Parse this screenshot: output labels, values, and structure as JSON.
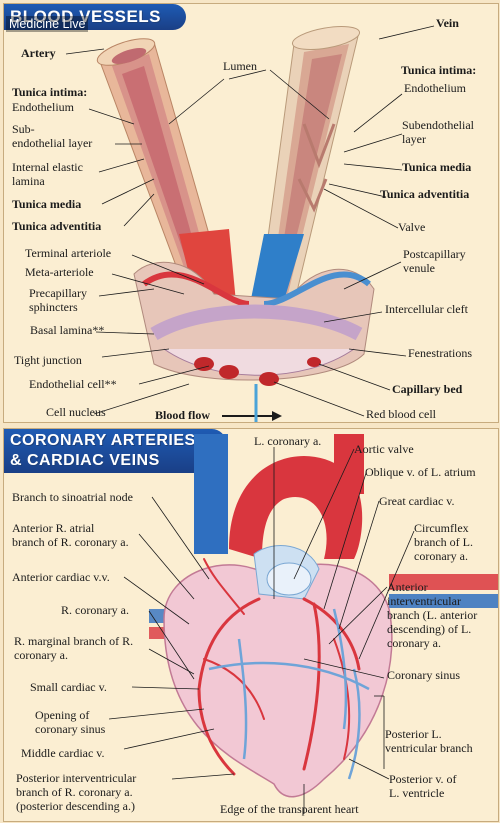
{
  "watermark": "Medicine Live",
  "top": {
    "title": "BLOOD VESSELS",
    "labels": {
      "artery": "Artery",
      "vein": "Vein",
      "lumen": "Lumen",
      "tunica_intima_left": "Tunica intima:",
      "endothelium_left": "Endothelium",
      "subendothelial_left_1": "Sub-",
      "subendothelial_left_2": "endothelial layer",
      "internal_elastic_1": "Internal elastic",
      "internal_elastic_2": "lamina",
      "tunica_media_left": "Tunica media",
      "tunica_adventitia_left": "Tunica adventitia",
      "tunica_intima_right": "Tunica intima:",
      "endothelium_right": "Endothelium",
      "subendothelial_right_1": "Subendothelial",
      "subendothelial_right_2": "layer",
      "tunica_media_right": "Tunica media",
      "tunica_adventitia_right": "Tunica adventitia",
      "valve": "Valve",
      "terminal_arteriole": "Terminal arteriole",
      "meta_arteriole": "Meta-arteriole",
      "precapillary_1": "Precapillary",
      "precapillary_2": "sphincters",
      "postcapillary_1": "Postcapillary",
      "postcapillary_2": "venule",
      "intercellular_cleft": "Intercellular cleft",
      "basal_lamina": "Basal lamina**",
      "fenestrations": "Fenestrations",
      "tight_junction": "Tight junction",
      "endothelial_cell": "Endothelial cell**",
      "capillary_bed": "Capillary bed",
      "cell_nucleus": "Cell nucleus",
      "blood_flow": "Blood flow",
      "red_blood_cell": "Red blood cell"
    }
  },
  "bottom": {
    "title_1": "CORONARY ARTERIES",
    "title_2": "& CARDIAC VEINS",
    "labels": {
      "l_coronary": "L. coronary a.",
      "aortic_valve": "Aortic valve",
      "oblique_v": "Oblique v. of L. atrium",
      "great_cardiac": "Great cardiac v.",
      "circumflex_1": "Circumflex",
      "circumflex_2": "branch of L.",
      "circumflex_3": "coronary a.",
      "ant_interventricular_1": "Anterior",
      "ant_interventricular_2": "interventricular",
      "ant_interventricular_3": "branch (L. anterior",
      "ant_interventricular_4": "descending) of L.",
      "ant_interventricular_5": "coronary a.",
      "coronary_sinus": "Coronary sinus",
      "posterior_l_vent_1": "Posterior L.",
      "posterior_l_vent_2": "ventricular branch",
      "posterior_v_1": "Posterior v. of",
      "posterior_v_2": "L. ventricle",
      "edge_transparent": "Edge of the transparent heart",
      "branch_sinoatrial": "Branch to sinoatrial node",
      "ant_r_atrial_1": "Anterior R. atrial",
      "ant_r_atrial_2": "branch of R. coronary a.",
      "ant_cardiac_vv": "Anterior cardiac v.v.",
      "r_coronary": "R. coronary a.",
      "r_marginal_1": "R. marginal branch of R.",
      "r_marginal_2": "coronary a.",
      "small_cardiac": "Small cardiac v.",
      "opening_sinus_1": "Opening of",
      "opening_sinus_2": "coronary sinus",
      "middle_cardiac": "Middle cardiac v.",
      "post_interventricular_1": "Posterior interventricular",
      "post_interventricular_2": "branch of R. coronary a.",
      "post_interventricular_3": "(posterior descending a.)"
    }
  },
  "colors": {
    "artery_red": "#d9363e",
    "vein_blue": "#2f7fc9",
    "title_blue": "#1e5bb4",
    "panel_bg": "#fbeed2"
  }
}
